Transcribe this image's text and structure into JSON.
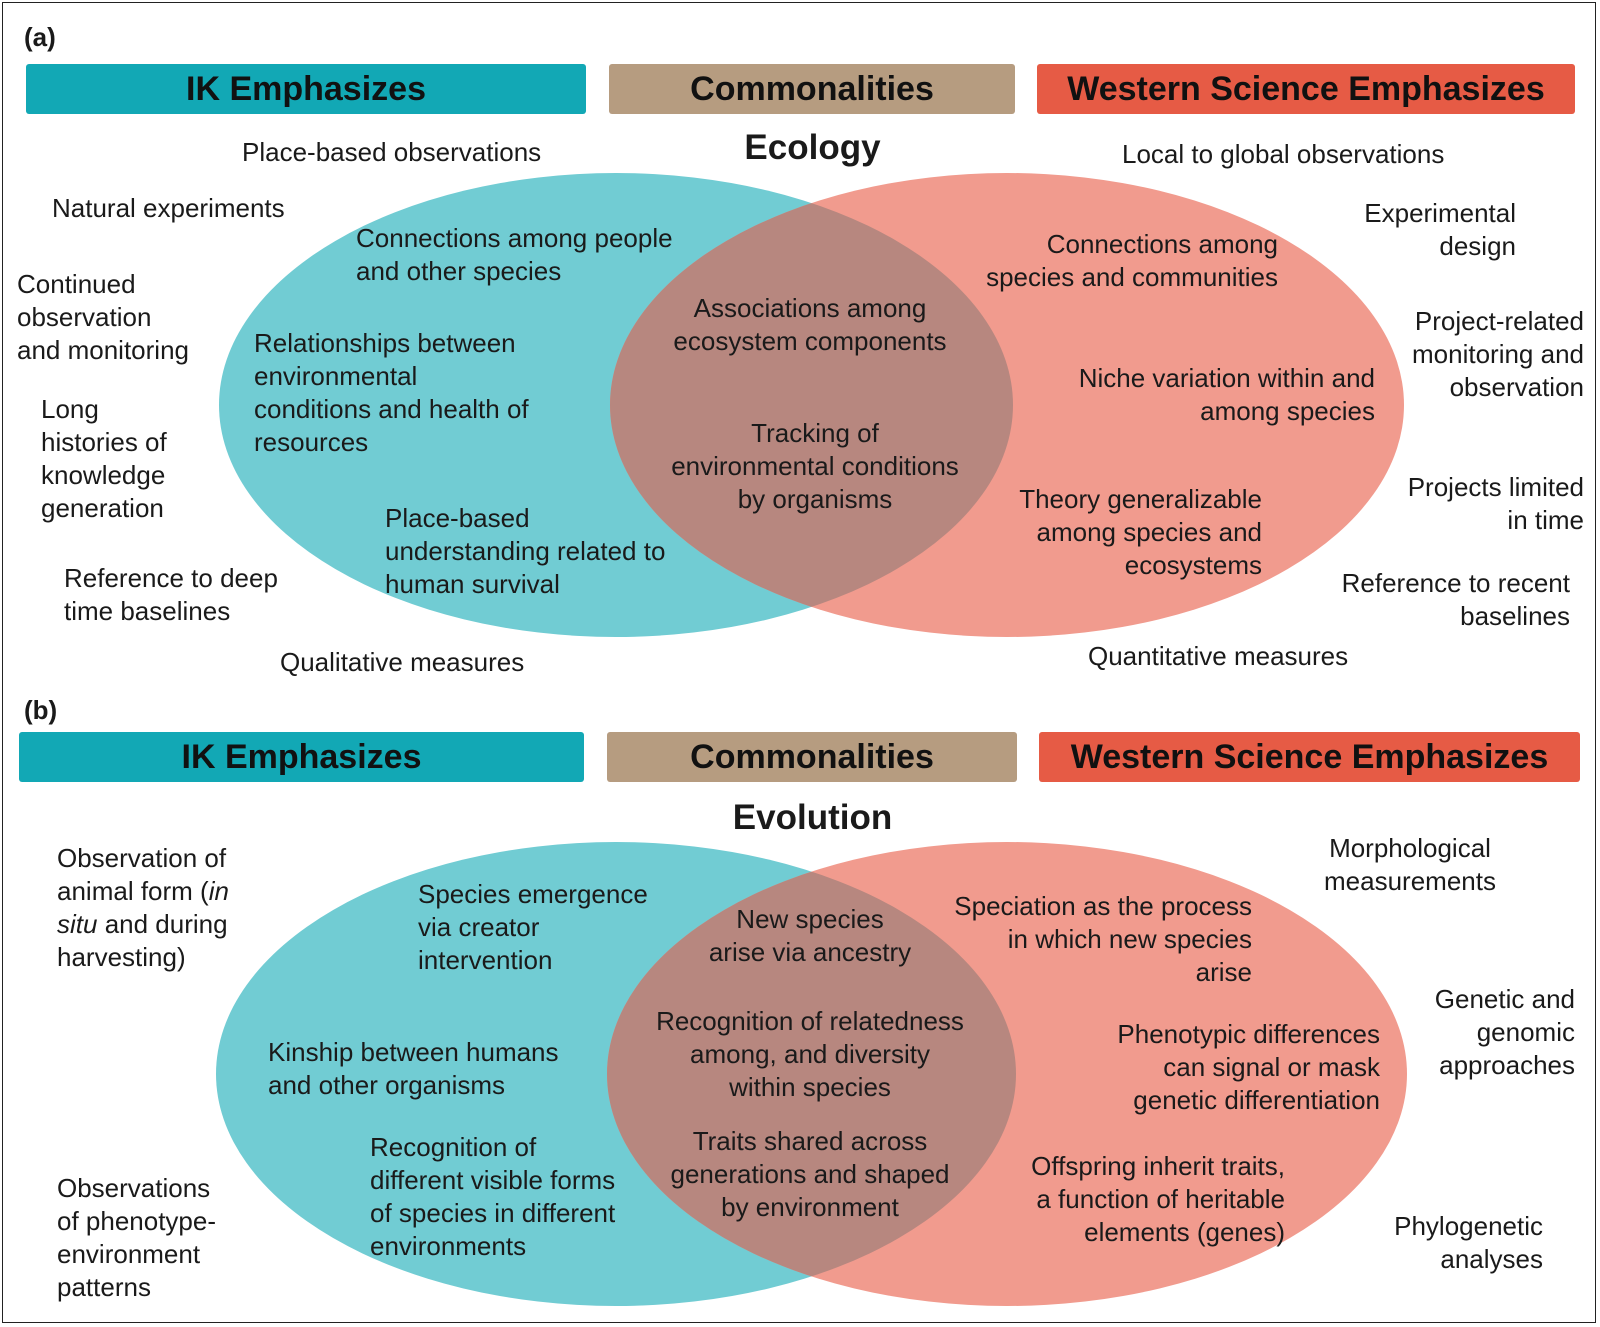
{
  "colors": {
    "ik": "#12a8b5",
    "common": "#b69c80",
    "western": "#e65b45",
    "ik_ellipse": "#71ccd3",
    "western_ellipse": "#f19b8e",
    "overlap": "#b7877f"
  },
  "panel_a": {
    "label": "(a)",
    "headers": {
      "ik": "IK Emphasizes",
      "common": "Commonalities",
      "western": "Western Science Emphasizes"
    },
    "title": "Ecology",
    "outside_left": [
      "Place-based observations",
      "Natural experiments",
      "Continued\nobservation\nand monitoring",
      "Long\nhistories of\nknowledge\ngeneration",
      "Reference to deep\ntime baselines",
      "Qualitative measures"
    ],
    "ik_items": [
      "Connections among people\nand other species",
      "Relationships between\nenvironmental\nconditions and health of\nresources",
      "Place-based\nunderstanding related to\nhuman survival"
    ],
    "common_items": [
      "Associations among\necosystem components",
      "Tracking of\nenvironmental conditions\nby organisms"
    ],
    "western_items": [
      "Connections among\nspecies and communities",
      "Niche variation within and\namong species",
      "Theory generalizable\namong species and\necosystems"
    ],
    "outside_right": [
      "Local to global observations",
      "Experimental\ndesign",
      "Project-related\nmonitoring and\nobservation",
      "Projects limited\nin time",
      "Reference to recent\nbaselines",
      "Quantitative measures"
    ]
  },
  "panel_b": {
    "label": "(b)",
    "headers": {
      "ik": "IK Emphasizes",
      "common": "Commonalities",
      "western": "Western Science Emphasizes"
    },
    "title": "Evolution",
    "outside_left": [
      {
        "a": "Observation of\nanimal form (",
        "i1": "in\nsitu",
        "b": " and during\nharvesting)"
      },
      "Observations\nof phenotype-\nenvironment\npatterns"
    ],
    "ik_items": [
      "Species emergence\nvia creator\nintervention",
      "Kinship between humans\nand other organisms",
      "Recognition of\ndifferent visible forms\nof species in different\nenvironments"
    ],
    "common_items": [
      "New species\narise via ancestry",
      "Recognition of relatedness\namong, and diversity\nwithin species",
      "Traits shared across\ngenerations and shaped\nby environment"
    ],
    "western_items": [
      "Speciation as the process\nin which new species\narise",
      "Phenotypic differences\ncan signal or mask\ngenetic differentiation",
      "Offspring inherit traits,\na function of heritable\nelements (genes)"
    ],
    "outside_right": [
      "Morphological\nmeasurements",
      "Genetic and\ngenomic\napproaches",
      "Phylogenetic\nanalyses"
    ]
  }
}
